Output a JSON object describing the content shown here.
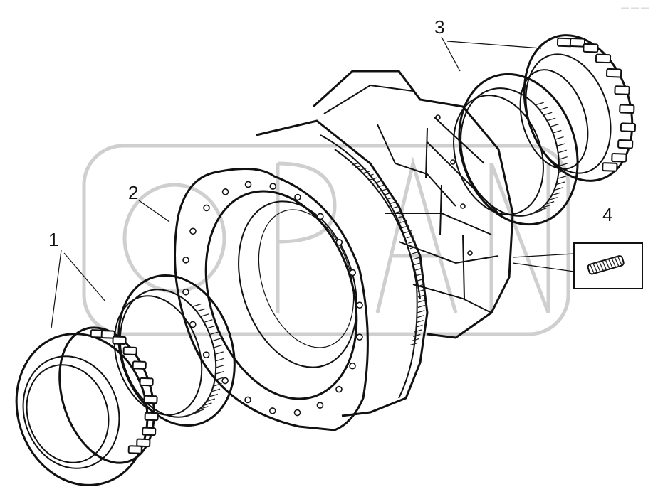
{
  "figure": {
    "callouts": [
      {
        "id": "1",
        "label": "1"
      },
      {
        "id": "2",
        "label": "2"
      },
      {
        "id": "3",
        "label": "3"
      },
      {
        "id": "4",
        "label": "4"
      }
    ],
    "corner_mark": "— — —"
  }
}
